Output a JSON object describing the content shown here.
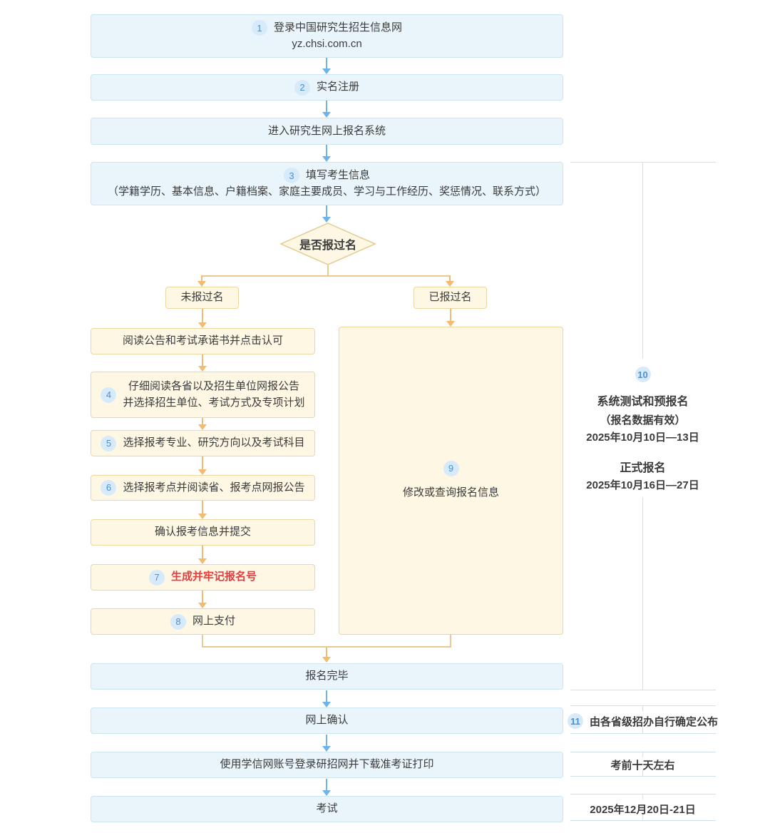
{
  "top_steps": {
    "step1": {
      "num": "1",
      "line1": "登录中国研究生招生信息网",
      "line2": "yz.chsi.com.cn"
    },
    "step2": {
      "num": "2",
      "label": "实名注册"
    },
    "step3": {
      "label": "进入研究生网上报名系统"
    },
    "step4": {
      "num": "3",
      "line1": "填写考生信息",
      "line2": "（学籍学历、基本信息、户籍档案、家庭主要成员、学习与工作经历、奖惩情况、联系方式）"
    }
  },
  "decision": {
    "label": "是否报过名",
    "no_branch": "未报过名",
    "yes_branch": "已报过名"
  },
  "left_flow": {
    "read_notice": {
      "label": "阅读公告和考试承诺书并点击认可"
    },
    "step4": {
      "num": "4",
      "line1": "仔细阅读各省以及招生单位网报公告",
      "line2": "并选择招生单位、考试方式及专项计划"
    },
    "step5": {
      "num": "5",
      "label": "选择报考专业、研究方向以及考试科目"
    },
    "step6": {
      "num": "6",
      "label": "选择报考点并阅读省、报考点网报公告"
    },
    "confirm": {
      "label": "确认报考信息并提交"
    },
    "step7": {
      "num": "7",
      "label": "生成并牢记报名号"
    },
    "step8": {
      "num": "8",
      "label": "网上支付"
    }
  },
  "right_flow": {
    "step9": {
      "num": "9",
      "label": "修改或查询报名信息"
    }
  },
  "bottom_steps": {
    "done": {
      "label": "报名完毕"
    },
    "online_confirm": {
      "label": "网上确认"
    },
    "download": {
      "label": "使用学信网账号登录研招网并下载准考证打印"
    },
    "exam": {
      "label": "考试"
    }
  },
  "annotations": {
    "a10": {
      "num": "10",
      "title1": "系统测试和预报名",
      "note": "（报名数据有效）",
      "date1": "2025年10月10日—13日",
      "title2": "正式报名",
      "date2": "2025年10月16日—27日"
    },
    "a11": {
      "num": "11",
      "label": "由各省级招办自行确定公布"
    },
    "a12": {
      "label": "考前十天左右"
    },
    "a13": {
      "label": "2025年12月20日-21日"
    }
  },
  "colors": {
    "blue_box_bg": "#eaf5fb",
    "blue_box_border": "#cde4f1",
    "cream_box_bg": "#fdf7e4",
    "cream_box_border": "#ecd7a2",
    "blue_arrow": "#6eb4e8",
    "orange_arrow": "#f2bb71",
    "badge_bg": "#d7eafa",
    "badge_text": "#4a90d2",
    "text": "#3b3b3b",
    "red_text": "#e04040",
    "bracket_line": "#cfe2ec"
  }
}
